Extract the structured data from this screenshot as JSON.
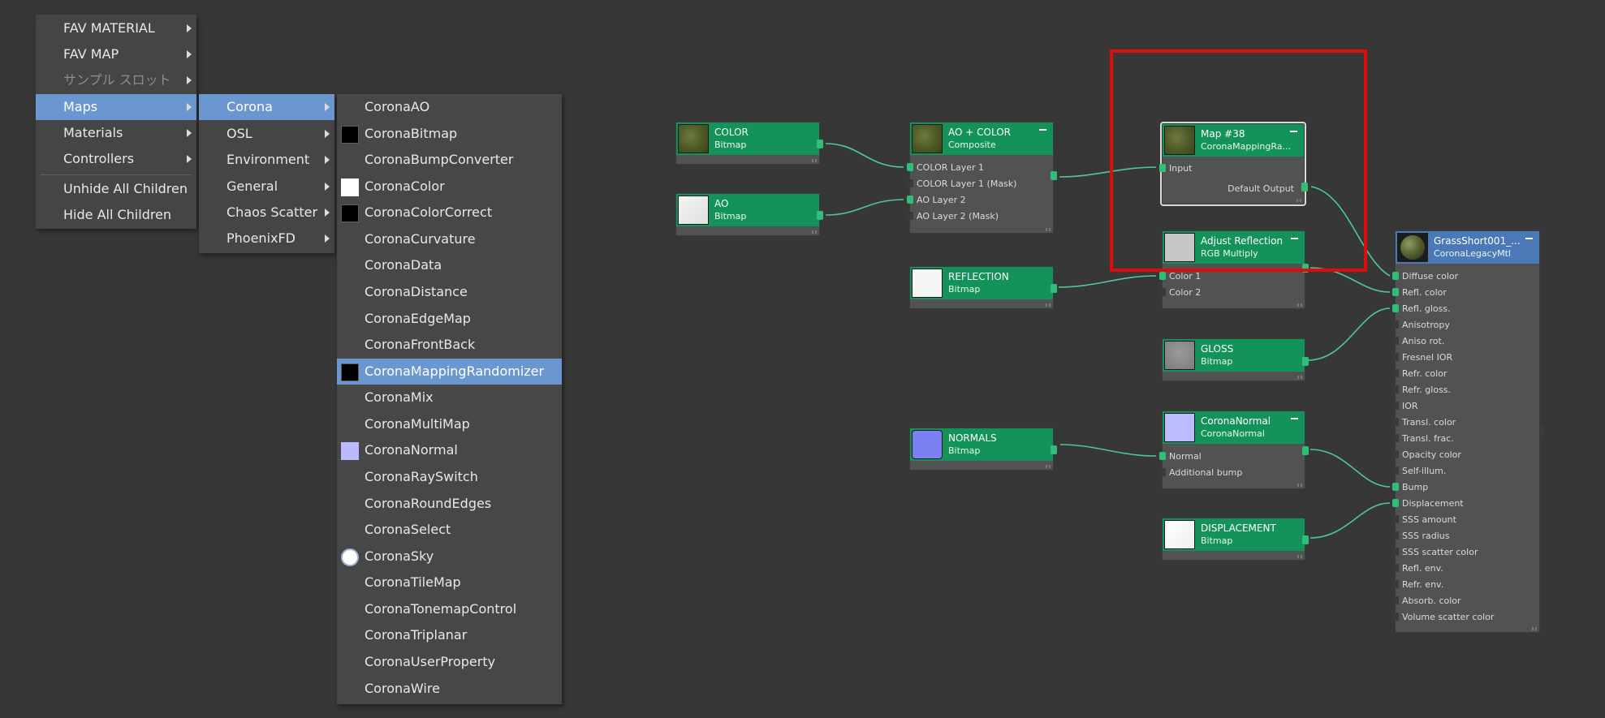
{
  "menus": {
    "main": [
      "FAV MATERIAL",
      "FAV MAP",
      "サンプル スロット",
      "Maps",
      "Materials",
      "Controllers",
      "Unhide All Children",
      "Hide All Children"
    ],
    "maps_sub": [
      "Corona",
      "OSL",
      "Environment",
      "General",
      "Chaos Scatter",
      "PhoenixFD"
    ],
    "corona_sub": [
      "CoronaAO",
      "CoronaBitmap",
      "CoronaBumpConverter",
      "CoronaColor",
      "CoronaColorCorrect",
      "CoronaCurvature",
      "CoronaData",
      "CoronaDistance",
      "CoronaEdgeMap",
      "CoronaFrontBack",
      "CoronaMappingRandomizer",
      "CoronaMix",
      "CoronaMultiMap",
      "CoronaNormal",
      "CoronaRaySwitch",
      "CoronaRoundEdges",
      "CoronaSelect",
      "CoronaSky",
      "CoronaTileMap",
      "CoronaTonemapControl",
      "CoronaTriplanar",
      "CoronaUserProperty",
      "CoronaWire"
    ]
  },
  "nodes": {
    "color": {
      "title": "COLOR",
      "type": "Bitmap"
    },
    "ao": {
      "title": "AO",
      "type": "Bitmap"
    },
    "ao_color": {
      "title": "AO + COLOR",
      "type": "Composite",
      "ports": [
        "COLOR Layer 1",
        "COLOR Layer 1 (Mask)",
        "AO Layer 2",
        "AO Layer 2 (Mask)"
      ]
    },
    "reflection": {
      "title": "REFLECTION",
      "type": "Bitmap"
    },
    "normals": {
      "title": "NORMALS",
      "type": "Bitmap"
    },
    "map38": {
      "title": "Map #38",
      "type": "CoronaMappingRa...",
      "input": "Input",
      "output": "Default Output"
    },
    "adjust": {
      "title": "Adjust Reflection",
      "type": "RGB Multiply",
      "ports": [
        "Color 1",
        "Color 2"
      ]
    },
    "gloss": {
      "title": "GLOSS",
      "type": "Bitmap"
    },
    "cnormal": {
      "title": "CoronaNormal",
      "type": "CoronaNormal",
      "ports": [
        "Normal",
        "Additional bump"
      ]
    },
    "displacement": {
      "title": "DISPLACEMENT",
      "type": "Bitmap"
    },
    "material": {
      "title": "GrassShort001_...",
      "type": "CoronaLegacyMtl",
      "ports": [
        "Diffuse color",
        "Refl. color",
        "Refl. gloss.",
        "Anisotropy",
        "Aniso rot.",
        "Fresnel IOR",
        "Refr. color",
        "Refr. gloss.",
        "IOR",
        "Transl. color",
        "Transl. frac.",
        "Opacity color",
        "Self-illum.",
        "Bump",
        "Displacement",
        "SSS amount",
        "SSS radius",
        "SSS scatter color",
        "Refl. env.",
        "Refr. env.",
        "Absorb. color",
        "Volume scatter color"
      ]
    }
  },
  "colors": {
    "highlight": "#6a97cf",
    "node_header": "#13935a",
    "material_header": "#4b78b6",
    "wire": "#4fc896",
    "annotation_box": "#e00b0b"
  }
}
